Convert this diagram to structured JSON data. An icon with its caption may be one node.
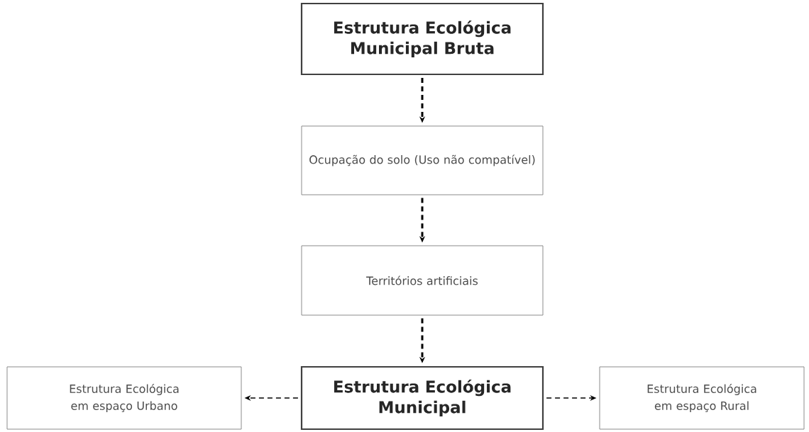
{
  "diagram": {
    "nodes": [
      {
        "text": [
          "Estrutura Ecológica Municipal Bruta"
        ]
      },
      {
        "text": [
          "Ocupação do solo (Uso não compatível)"
        ]
      },
      {
        "text": [
          "Territórios artificiais"
        ]
      },
      {
        "text": [
          "Estrutura Ecológica Municipal"
        ]
      },
      {
        "text": [
          "Estrutura Ecológica em espaço Urbano"
        ]
      },
      {
        "text": [
          "Estrutura Ecológica em espaço Rural"
        ]
      }
    ],
    "edges": [
      {
        "from": 0,
        "to": 1,
        "arrow": "to",
        "style": "dashed"
      },
      {
        "from": 1,
        "to": 2,
        "arrow": "to",
        "style": "dashed"
      },
      {
        "from": 2,
        "to": 3,
        "arrow": "to",
        "style": "dashed"
      },
      {
        "from": 3,
        "to": 4,
        "arrow": "to",
        "style": "dashed"
      },
      {
        "from": 3,
        "to": 5,
        "arrow": "to",
        "style": "dashed"
      }
    ]
  }
}
